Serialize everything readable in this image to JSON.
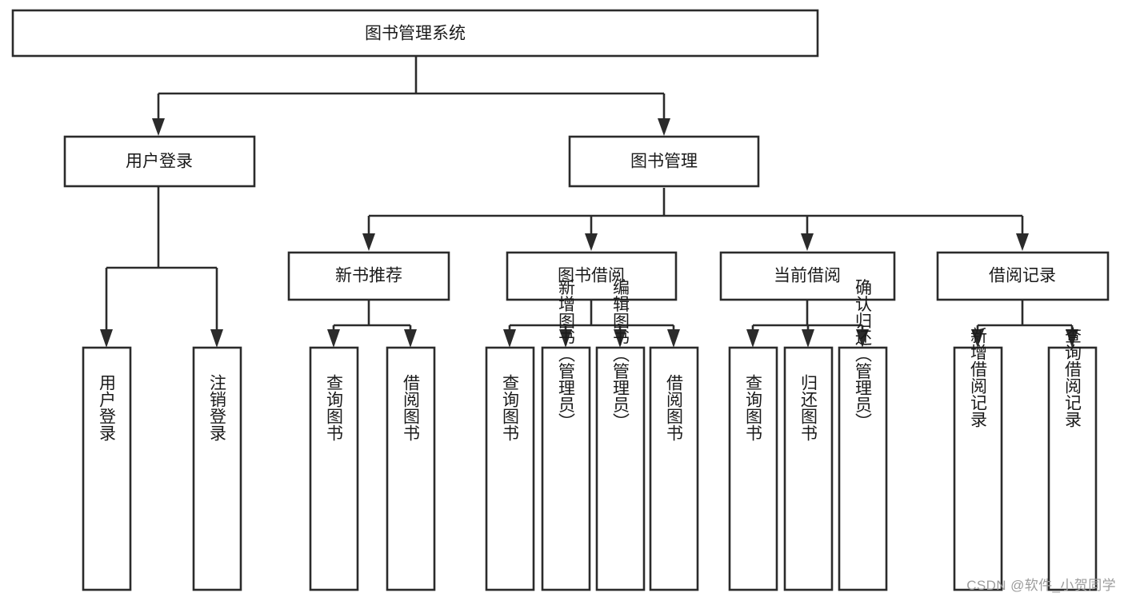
{
  "diagram": {
    "type": "tree",
    "title": "图书管理系统",
    "watermark": "CSDN @软件_小贺同学",
    "colors": {
      "background": "#ffffff",
      "box_fill": "#ffffff",
      "stroke": "#2b2b2b",
      "text": "#1a1a1a",
      "watermark": "#9c9c9c"
    },
    "root": {
      "label": "图书管理系统"
    },
    "level1": [
      {
        "label": "用户登录"
      },
      {
        "label": "图书管理"
      }
    ],
    "level2": [
      {
        "label": "新书推荐"
      },
      {
        "label": "图书借阅"
      },
      {
        "label": "当前借阅"
      },
      {
        "label": "借阅记录"
      }
    ],
    "leaves": {
      "user_login": [
        {
          "label": "用户登录"
        },
        {
          "label": "注销登录"
        }
      ],
      "new_book": [
        {
          "label": "查询图书"
        },
        {
          "label": "借阅图书"
        }
      ],
      "borrow": [
        {
          "label": "查询图书"
        },
        {
          "label": "新增图书（管理员）"
        },
        {
          "label": "编辑图书（管理员）"
        },
        {
          "label": "借阅图书"
        }
      ],
      "current": [
        {
          "label": "查询图书"
        },
        {
          "label": "归还图书"
        },
        {
          "label": "确认归还（管理员）"
        }
      ],
      "records": [
        {
          "label": "新增借阅记录"
        },
        {
          "label": "查询借阅记录"
        }
      ]
    }
  }
}
